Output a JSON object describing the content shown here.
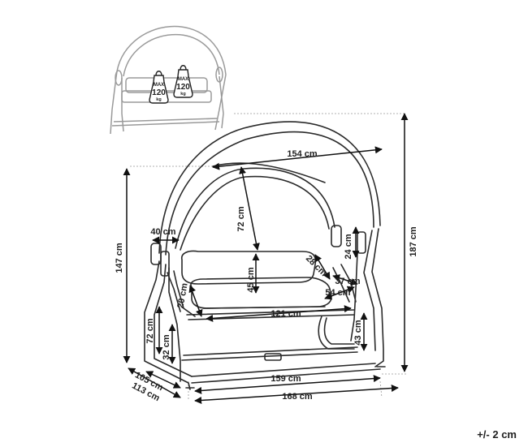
{
  "capacity": {
    "badges": [
      {
        "line1": "MAX",
        "line2": "120",
        "line3": "kg"
      },
      {
        "line1": "MAX",
        "line2": "120",
        "line3": "kg"
      }
    ]
  },
  "dimensions": {
    "canopy_width": "154 cm",
    "canopy_height": "72 cm",
    "armrest_offset": "40 cm",
    "side_upper": "24 cm",
    "backrest_height": "45 cm",
    "backrest_depth": "28 cm",
    "armrest_rear": "37 cm",
    "seat_depth": "54 cm",
    "armrest_height": "20 cm",
    "seat_width": "121 cm",
    "frame_front_height": "72 cm",
    "seat_ground_clearance": "32 cm",
    "leg_height": "43 cm",
    "swing_height": "147 cm",
    "total_height": "187 cm",
    "base_depth": "105 cm",
    "total_depth": "113 cm",
    "base_width": "159 cm",
    "total_width": "168 cm"
  },
  "tolerance": "+/- 2 cm",
  "colors": {
    "line": "#2a2a2a",
    "dim": "#111111",
    "guide": "#999999",
    "thumb": "#9a9a9a"
  }
}
